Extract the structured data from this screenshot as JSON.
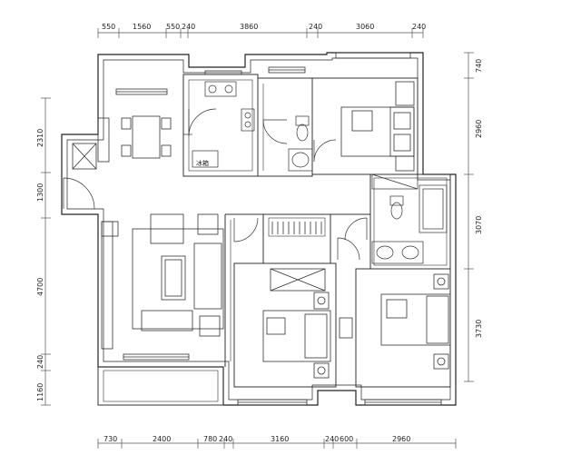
{
  "top_dimensions": [
    "550",
    "1560",
    "550",
    "240",
    "3860",
    "240",
    "3060",
    "240"
  ],
  "bottom_dimensions": [
    "730",
    "2400",
    "780",
    "240",
    "3160",
    "240",
    "600",
    "2960"
  ],
  "left_dimensions": [
    "2310",
    "1300",
    "4700",
    "240",
    "1160"
  ],
  "right_dimensions": [
    "740",
    "2960",
    "3070",
    "3730"
  ],
  "room_labels": {
    "fridge": "冰箱"
  }
}
